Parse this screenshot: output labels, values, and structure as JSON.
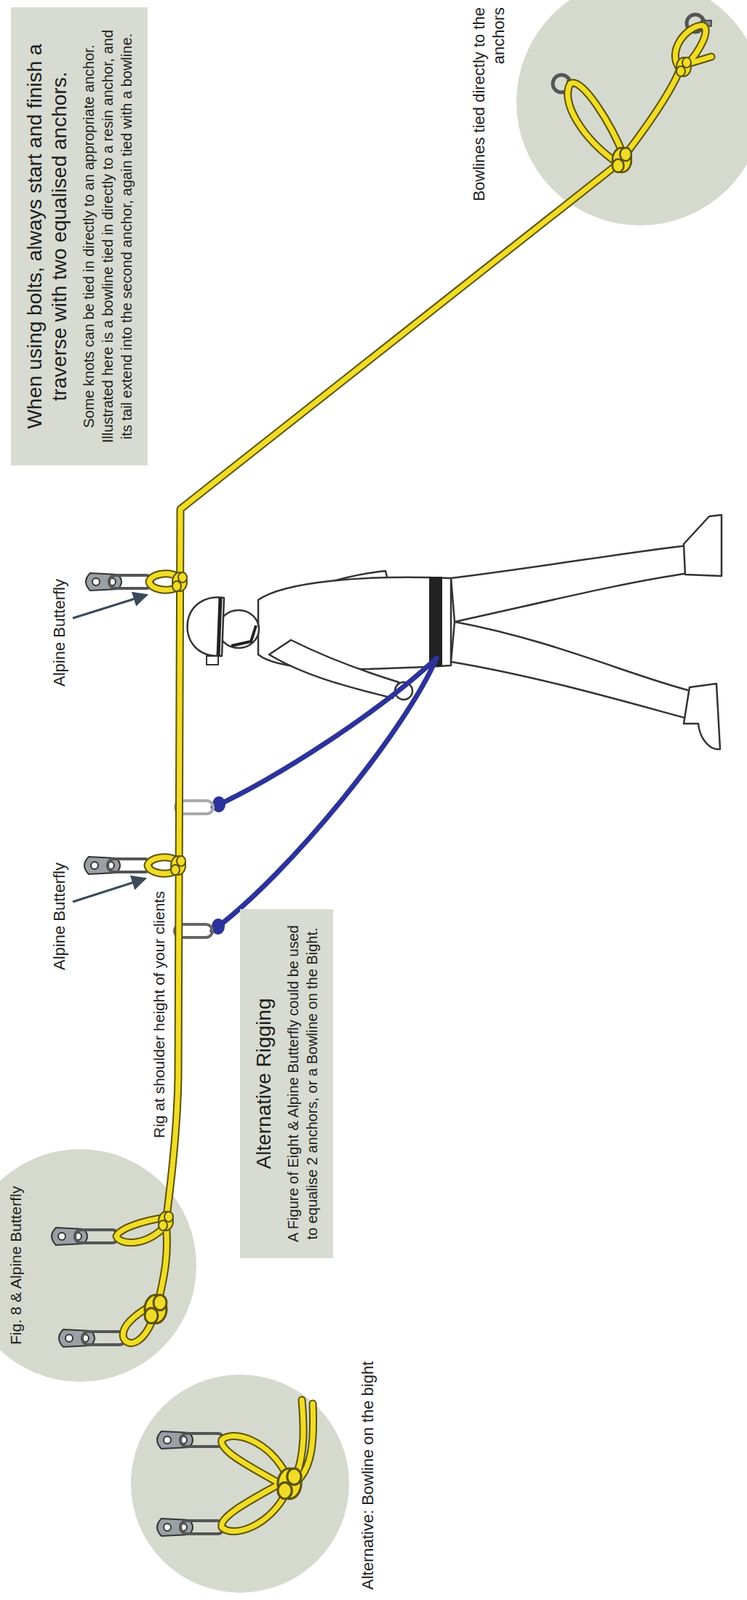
{
  "diagram": {
    "nodes": [
      {
        "text": [
          "When using bolts, always start and finish a traverse with two equalised anchors.",
          "Some knots can be tied in directly to an appropriate anchor. Illustrated here is a bowline tied in directly to a resin anchor, and its tail extend into the second anchor, again tied with a bowline."
        ]
      },
      {
        "text": [
          "Alternative Rigging",
          "A Figure of Eight & Alpine Butterfly could be used to equalise 2 anchors, or a Bowline on the Bight."
        ]
      }
    ],
    "labels": [
      "Bowlines tied directly to the anchors",
      "Alpine Butterfly",
      "Alpine Butterfly",
      "Rig at shoulder height of your clients",
      "Fig. 8 & Alpine Butterfly",
      "Alternative: Bowline on the bight"
    ]
  }
}
